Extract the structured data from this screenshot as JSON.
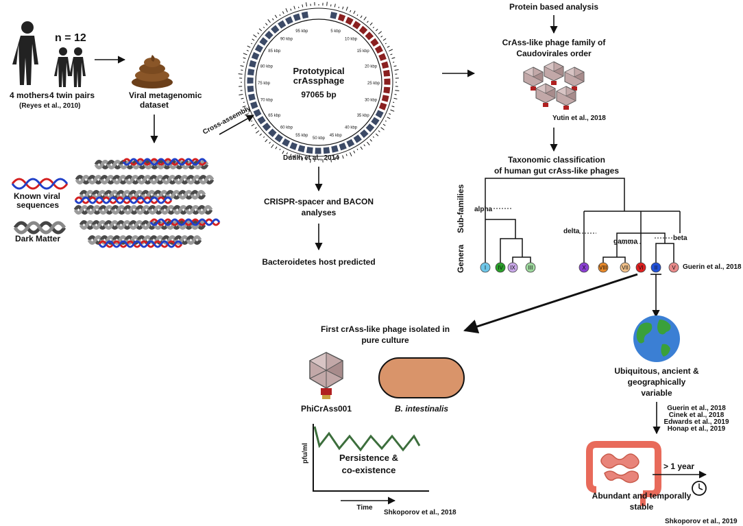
{
  "left": {
    "n_label": "n = 12",
    "mothers": "4 mothers",
    "twins": "4 twin pairs",
    "reyes": "(Reyes et al., 2010)",
    "viral_meta_1": "Viral metagenomic",
    "viral_meta_2": "dataset",
    "known_1": "Known viral",
    "known_2": "sequences",
    "dark": "Dark Matter",
    "cross": "Cross-assembly"
  },
  "genome": {
    "title_1": "Prototypical",
    "title_2": "crAssphage",
    "size": "97065 bp",
    "citation": "Dutilh et al., 2014",
    "ticks": [
      "5 kbp",
      "10 kbp",
      "15 kbp",
      "20 kbp",
      "25 kbp",
      "30 kbp",
      "35 kbp",
      "40 kbp",
      "45 kbp",
      "50 kbp",
      "55 kbp",
      "60 kbp",
      "65 kbp",
      "70 kbp",
      "75 kbp",
      "80 kbp",
      "85 kbp",
      "90 kbp",
      "95 kbp"
    ],
    "crispr_1": "CRISPR-spacer and BACON",
    "crispr_2": "analyses",
    "host": "Bacteroidetes host predicted"
  },
  "right": {
    "protein": "Protein based analysis",
    "family_1": "CrAss-like phage family of",
    "family_2": "Caudovirales order",
    "yutin": "Yutin et al., 2018",
    "taxo_1": "Taxonomic classification",
    "taxo_2": "of human gut crAss-like phages",
    "subfamilies": "Sub-families",
    "genera": "Genera",
    "alpha": "alpha",
    "beta": "beta",
    "gamma": "gamma",
    "delta": "delta",
    "guerin": "Guerin et al., 2018",
    "genera_list": [
      {
        "label": "I",
        "color": "#6ec6e8"
      },
      {
        "label": "IV",
        "color": "#2aa02a"
      },
      {
        "label": "IX",
        "color": "#c9a8e8"
      },
      {
        "label": "III",
        "color": "#9ed89e"
      },
      {
        "label": "X",
        "color": "#8a3fd1"
      },
      {
        "label": "VIII",
        "color": "#e8892a"
      },
      {
        "label": "VII",
        "color": "#f0c08a"
      },
      {
        "label": "VI",
        "color": "#e02020"
      },
      {
        "label": "II",
        "color": "#2050d8"
      },
      {
        "label": "V",
        "color": "#e88a8a"
      }
    ]
  },
  "bottom": {
    "first_1": "First crAss-like phage isolated in",
    "first_2": "pure culture",
    "phage": "PhiCrAss001",
    "bacterium": "B. intestinalis",
    "ylabel": "pfu/ml",
    "xlabel": "Time",
    "persist_1": "Persistence &",
    "persist_2": "co-existence",
    "shkoporov2018": "Shkoporov et al., 2018",
    "ubiq_1": "Ubiquitous, ancient &",
    "ubiq_2": "geographically",
    "ubiq_3": "variable",
    "refs": [
      "Guerin et al., 2018",
      "Cinek et al., 2018",
      "Edwards et al., 2019",
      "Honap et al., 2019"
    ],
    "year": "> 1 year",
    "abundant_1": "Abundant and temporally",
    "abundant_2": "stable",
    "shkoporov2019": "Shkoporov et al., 2019"
  },
  "colors": {
    "dark_segment": "#3c4a66",
    "red_segment": "#8a2020",
    "capsid": "#c2a8a8",
    "bacterium": "#d9946a",
    "curve": "#3c6e3c",
    "gut": "#e86a5a"
  }
}
